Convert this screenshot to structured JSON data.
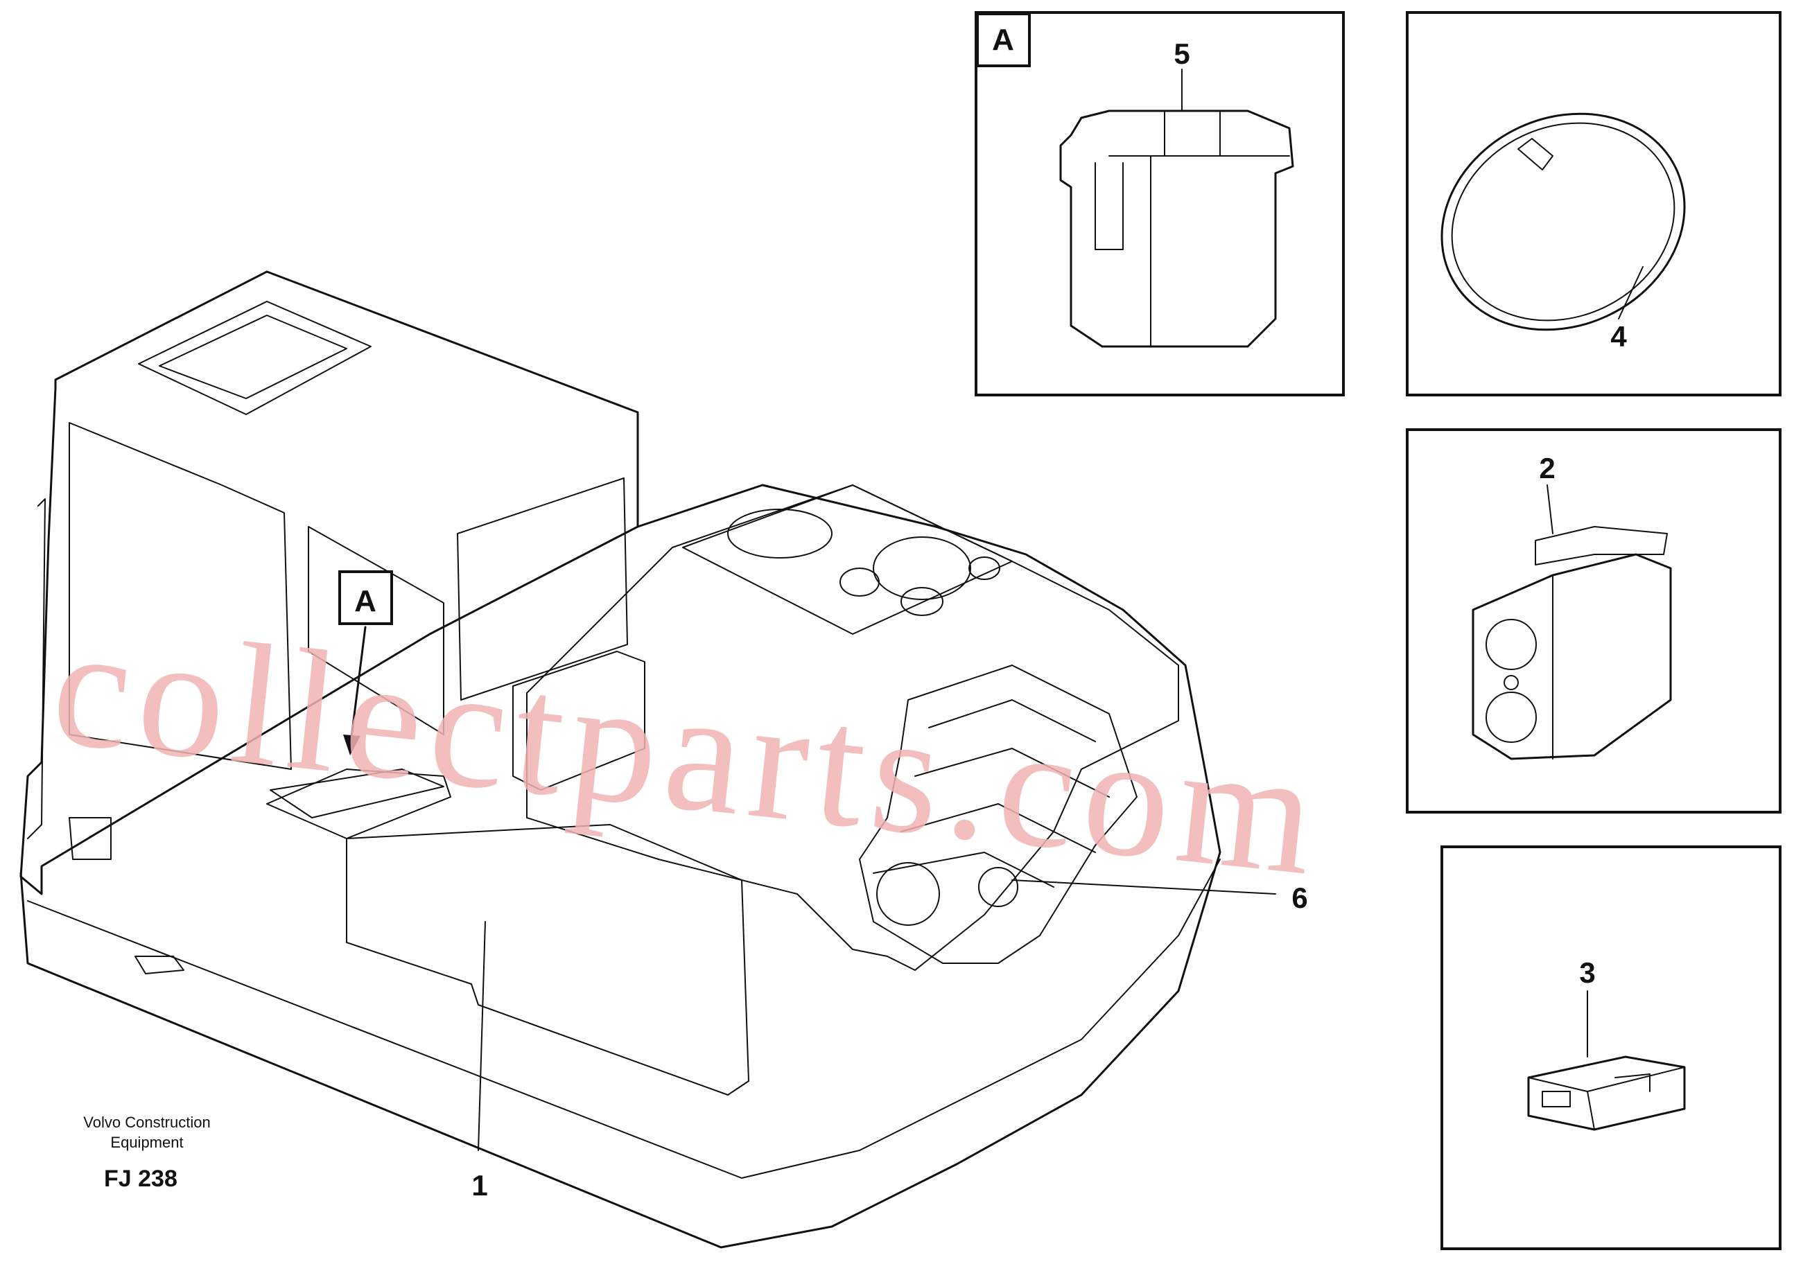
{
  "callouts": {
    "c1": "1",
    "c2": "2",
    "c3": "3",
    "c4": "4",
    "c5": "5",
    "c6": "6",
    "view_a_main": "A",
    "view_a_panel": "A"
  },
  "footer": {
    "manufacturer_line1": "Volvo Construction",
    "manufacturer_line2": "Equipment",
    "figure_code": "FJ 238"
  },
  "watermark": "collectparts.com",
  "colors": {
    "line": "#111111",
    "watermark": "#f2b3b3",
    "background": "#ffffff"
  }
}
